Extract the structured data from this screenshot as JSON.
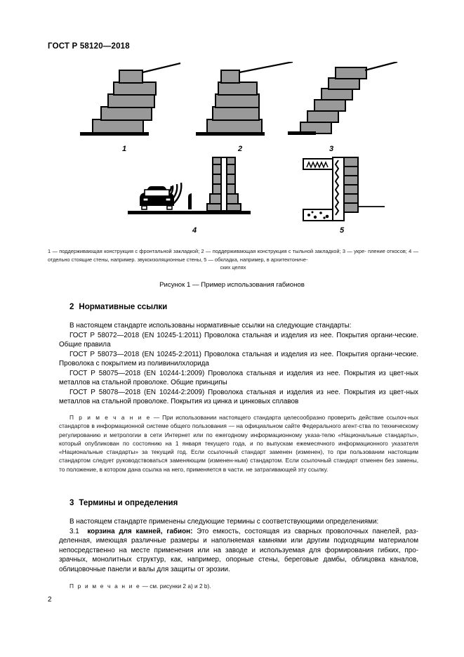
{
  "header": {
    "standard_code": "ГОСТ Р 58120—2018"
  },
  "figure": {
    "items": [
      {
        "number": "1",
        "name": "supporting-structure-front-fill"
      },
      {
        "number": "2",
        "name": "supporting-structure-back-fill"
      },
      {
        "number": "3",
        "name": "slope-reinforcement"
      },
      {
        "number": "4",
        "name": "free-standing-noise-wall"
      },
      {
        "number": "5",
        "name": "architectural-cladding"
      }
    ],
    "caption_line1": "1 — поддерживающая конструкция с фронтальной закладкой; 2 — поддерживающая конструкция с тыльной закладкой; 3 — укре-",
    "caption_line2": "пление откосов; 4 — отдельно стоящие стены, например. звукоизоляционные стены, 5 — обкладка, например, в архитектониче-",
    "caption_line3": "ских целях",
    "title": "Рисунок 1 — Пример использования габионов"
  },
  "section2": {
    "heading_number": "2",
    "heading_text": "Нормативные ссылки",
    "intro": "В настоящем стандарте использованы нормативные ссылки на следующие стандарты:",
    "references": [
      "ГОСТ Р 58072—2018 (EN 10245-1:2011) Проволока стальная и изделия из нее. Покрытия органи-ческие. Общие правила",
      "ГОСТ Р 58073—2018 (EN 10245-2:2011) Проволока стальная и изделия из нее. Покрытия органи-ческие. Проволока с покрытием из поливинилхлорида",
      "ГОСТ Р 58075—2018 (EN 10244-1:2009) Проволока стальная и изделия из нее. Покрытия из цвет-ных металлов на стальной проволоке. Общие принципы",
      "ГОСТ Р 58078—2018 (EN 10244-2:2009) Проволока стальная и изделия из нее. Покрытия из цвет-ных металлов на стальной проволоке. Покрытия из цинка и цинковых сплавов"
    ],
    "note_label": "П р и м е ч а н и е",
    "note_text": "— При использовании настоящего стандарта целесообразно проверить действие ссылоч-ных стандартов в информационной системе общего пользования — на официальном сайте Федерального агент-ства по техническому регулированию и метрологии в сети Интернет или по ежегодному информационному указа-телю «Национальные стандарты», который опубликован по состоянию на 1 января текущего года, и по выпускам ежемесячного информационного указателя «Национальные стандарты» за текущий год. Если ссылочный стандарт заменен (изменен), то при пользовании настоящим стандартом следует руководствоваться заменяющим (изменен-ным) стандартом. Если ссылочный стандарт отменен без замены, то положение, в котором дана ссылка на него, применяется в части. не затрагивающей эту ссылку."
  },
  "section3": {
    "heading_number": "3",
    "heading_text": "Термины и определения",
    "intro": "В настоящем стандарте применены следующие термины с соответствующими определениями:",
    "term_number": "3.1",
    "term_name": "корзина для камней, габион:",
    "term_definition": "Это емкость, состоящая из сварных проволочных панелей, раз-деленная, имеющая различные размеры и наполняемая камнями или другим подходящим материалом непосредственно на месте применения или на заводе и используемая для формирования гибких, про-зрачных, монолитных структур, как, например, опорные стены, береговые дамбы, облицовка каналов, облицовочные панели и валы для защиты от эрозии.",
    "note_label": "П р и м е ч а н и е",
    "note_text": "— см. рисунки 2 a) и 2 b)."
  },
  "footer": {
    "page_number": "2"
  },
  "colors": {
    "gabion_fill": "#999999",
    "outline": "#000000",
    "hatch": "#e8e8e8"
  }
}
